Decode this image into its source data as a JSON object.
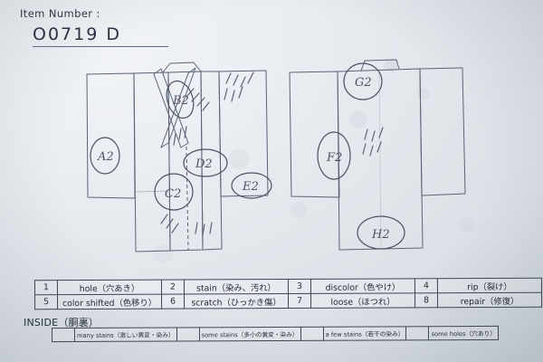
{
  "header": {
    "item_number_label": "Item Number :",
    "item_number_value": "O0719  D"
  },
  "diagrams": {
    "front": {
      "name": "kimono-front-view",
      "marks": [
        {
          "id": "A2",
          "label": "A2"
        },
        {
          "id": "B2",
          "label": "B2"
        },
        {
          "id": "C2",
          "label": "C2"
        },
        {
          "id": "D2",
          "label": "D2"
        },
        {
          "id": "E2",
          "label": "E2"
        }
      ]
    },
    "back": {
      "name": "kimono-back-view",
      "marks": [
        {
          "id": "G2",
          "label": "G2"
        },
        {
          "id": "F2",
          "label": "F2"
        },
        {
          "id": "H2",
          "label": "H2"
        }
      ]
    }
  },
  "legend": {
    "rows": [
      [
        {
          "num": "1",
          "desc": "hole（穴あき）"
        },
        {
          "num": "2",
          "desc": "stain（染み、汚れ）"
        },
        {
          "num": "3",
          "desc": "discolor（色やけ）"
        },
        {
          "num": "4",
          "desc": "rip（裂け）"
        }
      ],
      [
        {
          "num": "5",
          "desc": "color shifted（色移り）"
        },
        {
          "num": "6",
          "desc": "scratch（ひっかき傷）"
        },
        {
          "num": "7",
          "desc": "loose（ほつれ）"
        },
        {
          "num": "8",
          "desc": "repair（修復）"
        }
      ]
    ]
  },
  "inside": {
    "section_label": "INSIDE（胴裏）",
    "options": [
      {
        "mark": "",
        "desc": "many stains（激しい黄変・染み）"
      },
      {
        "mark": "",
        "desc": "some stains（多小の黄変・染み）"
      },
      {
        "mark": "",
        "desc": "a few stains（若干の染み）"
      },
      {
        "mark": "",
        "desc": "some holes（穴あり）"
      }
    ]
  },
  "colors": {
    "paper": "#e6eaef",
    "ink": "#283042",
    "rule": "#3c4654",
    "pencil": "#4a5264"
  }
}
